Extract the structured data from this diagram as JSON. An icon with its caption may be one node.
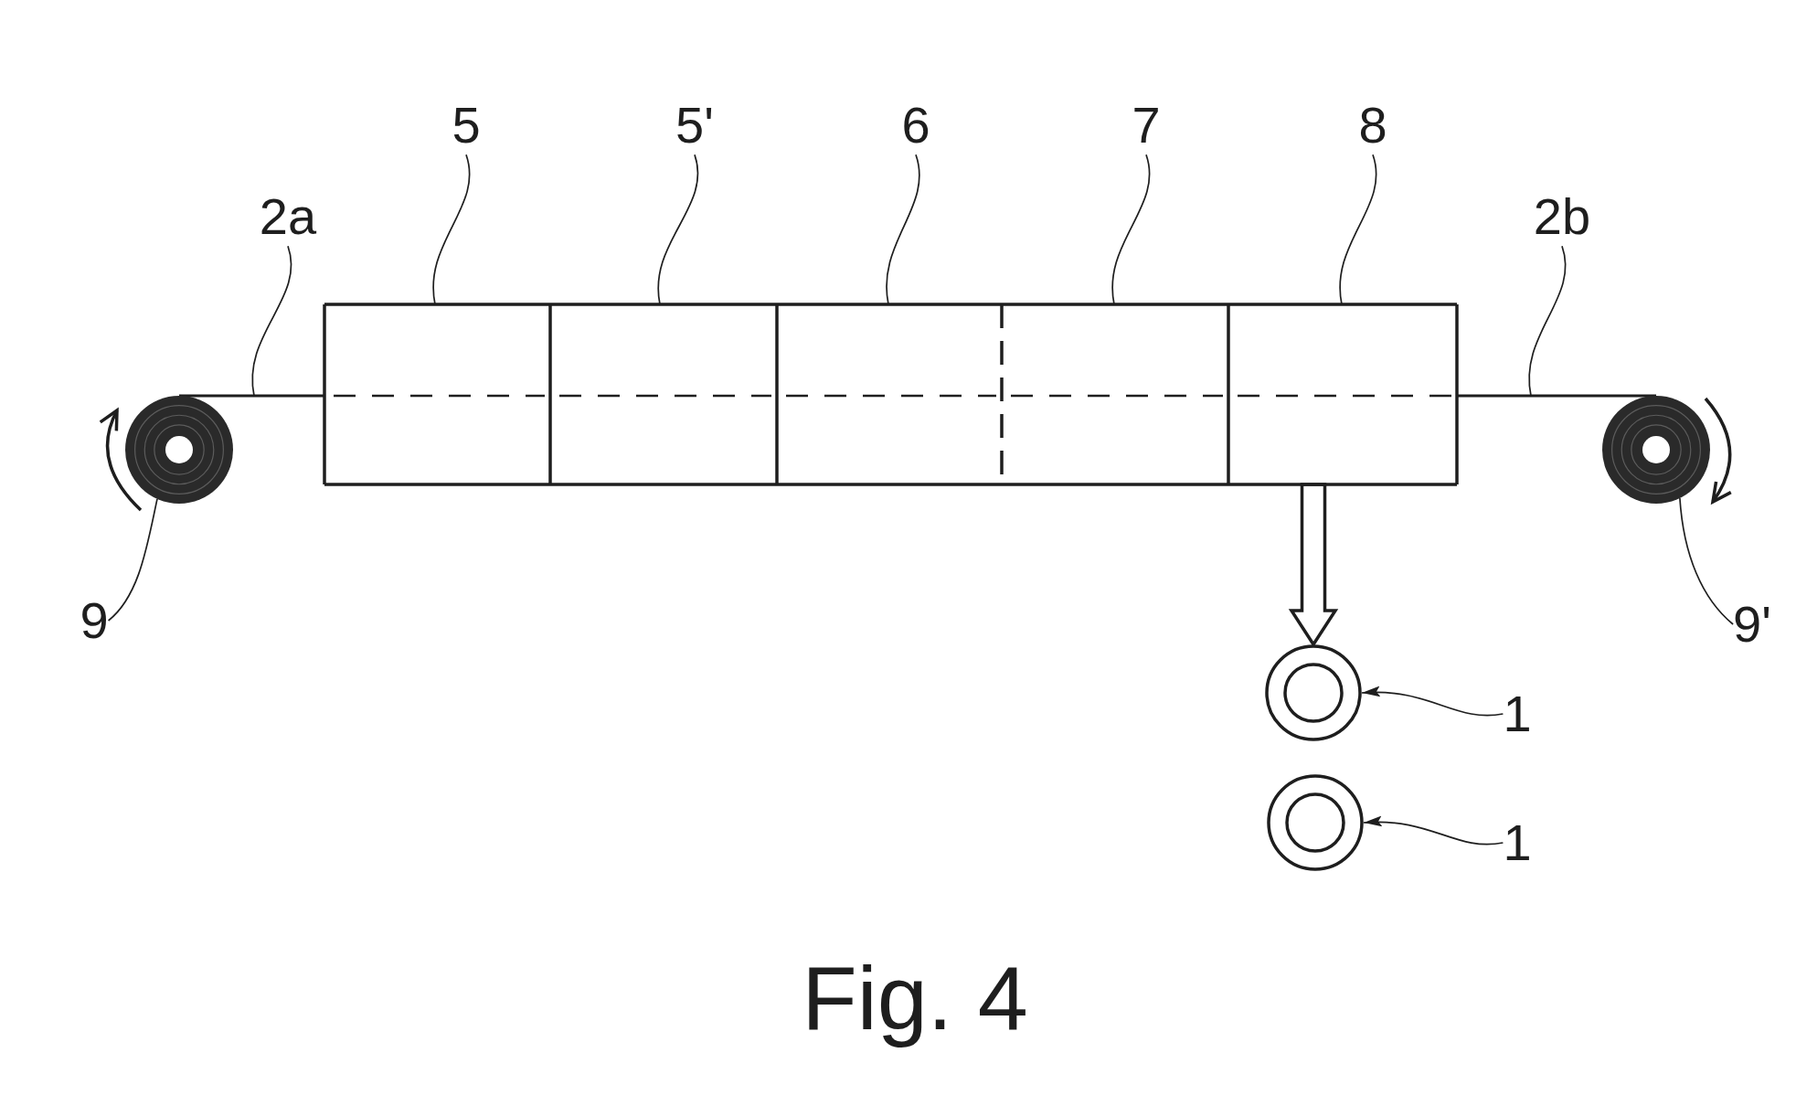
{
  "diagram": {
    "caption": "Fig. 4",
    "nodes": [
      {
        "text": [
          "5"
        ]
      },
      {
        "text": [
          "5'"
        ]
      },
      {
        "text": [
          "6"
        ]
      },
      {
        "text": [
          "7"
        ]
      },
      {
        "text": [
          "8"
        ]
      },
      {
        "text": [
          "2a"
        ]
      },
      {
        "text": [
          "2b"
        ]
      },
      {
        "text": [],
        "shape": "circle"
      },
      {
        "text": [],
        "shape": "box"
      },
      {
        "text": [],
        "shape": "box"
      },
      {
        "text": [],
        "shape": "box"
      },
      {
        "text": [],
        "shape": "box"
      },
      {
        "text": [],
        "shape": "box"
      },
      {
        "text": [],
        "shape": "circle"
      },
      {
        "text": [
          "9"
        ]
      },
      {
        "text": [
          "9'"
        ]
      },
      {
        "text": [],
        "shape": "circle"
      },
      {
        "text": [
          "1"
        ]
      },
      {
        "text": [],
        "shape": "circle"
      },
      {
        "text": [
          "1"
        ]
      }
    ],
    "edges": [
      {
        "from": 7,
        "to": 8,
        "arrow": "none"
      },
      {
        "from": 12,
        "to": 13,
        "arrow": "none"
      },
      {
        "from": 12,
        "to": 16,
        "arrow": "to",
        "style": "thick"
      },
      {
        "from": 0,
        "to": 8,
        "arrow": "none"
      },
      {
        "from": 1,
        "to": 9,
        "arrow": "none"
      },
      {
        "from": 2,
        "to": 10,
        "arrow": "none"
      },
      {
        "from": 3,
        "to": 11,
        "arrow": "none"
      },
      {
        "from": 4,
        "to": 12,
        "arrow": "none"
      },
      {
        "from": 5,
        "to": null,
        "arrow": "none"
      },
      {
        "from": 6,
        "to": null,
        "arrow": "none"
      },
      {
        "from": 14,
        "to": 7,
        "arrow": "none"
      },
      {
        "from": 15,
        "to": 13,
        "arrow": "none"
      },
      {
        "from": 17,
        "to": 16,
        "arrow": "to"
      },
      {
        "from": 19,
        "to": 18,
        "arrow": "to"
      }
    ]
  }
}
